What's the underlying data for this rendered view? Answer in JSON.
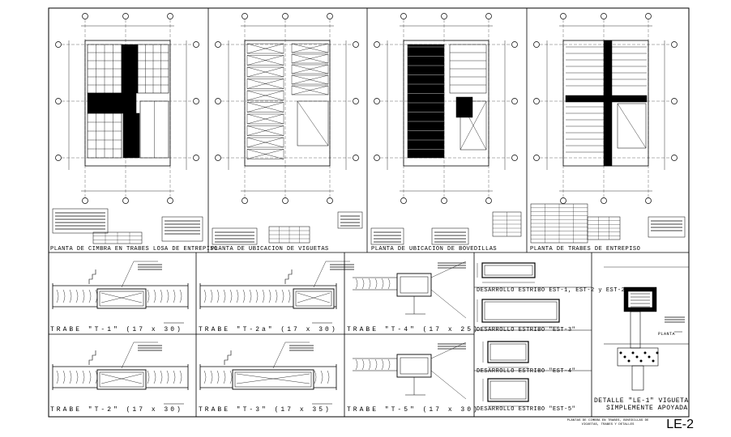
{
  "plans": [
    {
      "caption": "PLANTA DE CIMBRA EN TRABES LOSA DE ENTREPISO"
    },
    {
      "caption": "PLANTA DE UBICACION DE VIGUETAS"
    },
    {
      "caption": "PLANTA DE UBICACION DE BOVEDILLAS"
    },
    {
      "caption": "PLANTA DE TRABES DE ENTREPISO"
    }
  ],
  "beams": [
    {
      "label": "TRABE  \"T-1\"  (17 x 30)"
    },
    {
      "label": "TRABE  \"T-2a\"  (17 x 30)"
    },
    {
      "label": "TRABE  \"T-4\"  (17 x 25)"
    },
    {
      "label": "TRABE  \"T-2\"  (17 x 30)"
    },
    {
      "label": "TRABE  \"T-3\"  (17 x 35)"
    },
    {
      "label": "TRABE  \"T-5\"  (17 x 30)"
    }
  ],
  "stirrups": [
    {
      "label": "DESARROLLO ESTRIBO EST-1, EST-2 y EST-2a"
    },
    {
      "label": "DESARROLLO ESTRIBO \"EST-3\""
    },
    {
      "label": "DESARROLLO ESTRIBO \"EST-4\""
    },
    {
      "label": "DESARROLLO ESTRIBO \"EST-5\""
    }
  ],
  "detail": {
    "title": "DETALLE \"LE-1\" VIGUETA",
    "subtitle": "SIMPLEMENTE APOYADA",
    "plant_label": "PLANTA"
  },
  "title_block": {
    "note": "PLANTAS DE CIMBRA EN TRABES, BOVEDILLAS DE VIGUETAS, TRABES Y DETALLES",
    "sheet_id": "LE-2"
  }
}
